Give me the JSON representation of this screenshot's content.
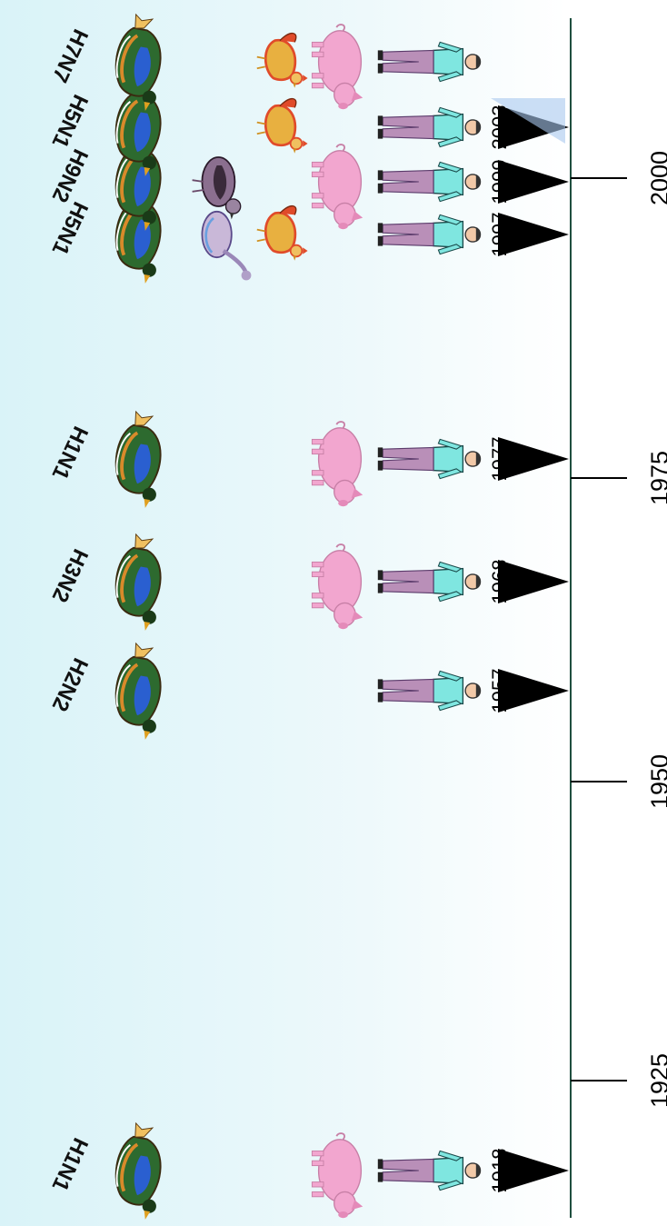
{
  "axis": {
    "ticks": [
      "1925",
      "1950",
      "1975",
      "2000"
    ]
  },
  "events": [
    {
      "year": "1918",
      "subtype": "H1N1",
      "hosts": [
        "human",
        "pig"
      ]
    },
    {
      "year": "1957",
      "subtype": "H2N2",
      "hosts": [
        "human"
      ]
    },
    {
      "year": "1968",
      "subtype": "H3N2",
      "hosts": [
        "human",
        "pig"
      ]
    },
    {
      "year": "1977",
      "subtype": "H1N1",
      "hosts": [
        "human",
        "pig"
      ]
    },
    {
      "year": "1997",
      "subtype": "H5N1",
      "hosts": [
        "human",
        "chicken",
        "wild-bird"
      ]
    },
    {
      "year": "1999",
      "subtype": "H9N2",
      "hosts": [
        "human",
        "pig",
        "quail"
      ]
    },
    {
      "year": "2003",
      "subtype": "H5N1",
      "hosts": [
        "human",
        "chicken"
      ]
    },
    {
      "year": "",
      "subtype": "H7N7",
      "hosts": [
        "human",
        "pig",
        "chicken"
      ]
    }
  ],
  "colors": {
    "axis": "#1f4f3f",
    "marker": "#000000",
    "duck_body": "#2d6a2f",
    "duck_wing": "#2a5fd0",
    "pig": "#f2a6cf",
    "human_shirt": "#7fe6e0",
    "human_pants": "#b98fb8",
    "chicken": "#e04b2a",
    "quail": "#8b6f8f"
  },
  "icons": [
    "duck-icon",
    "pig-icon",
    "human-icon",
    "chicken-icon",
    "quail-icon",
    "marker-triangle-icon"
  ]
}
